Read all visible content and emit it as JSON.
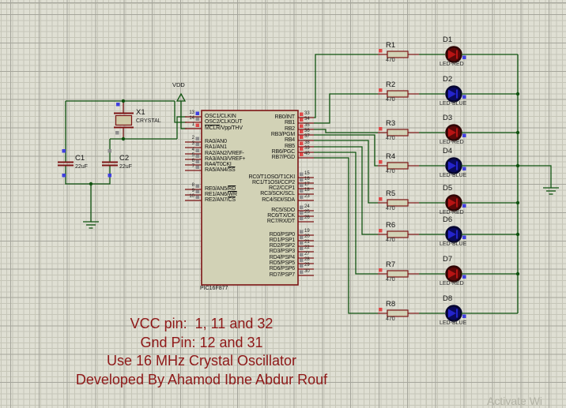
{
  "canvas": {
    "watermark": "Activate Wi"
  },
  "colors": {
    "wire": "#0e520e",
    "component_outline": "#7c1414",
    "chip_fill": "#d2d2b6",
    "crystal_fill": "#cfc9a6",
    "state_red": "#e04848",
    "state_blue": "#4040e0",
    "state_gray": "#8e8e8e",
    "led_red_body": "#5a0808",
    "led_red_ring": "#2e0505",
    "led_red_glyph": "#b81414",
    "led_blue_body": "#0a0a5a",
    "led_blue_ring": "#05052e",
    "led_blue_glyph": "#2424cc",
    "caption_text": "#8e1818"
  },
  "power": {
    "vdd": "VDD"
  },
  "crystal": {
    "ref": "X1",
    "value": "CRYSTAL"
  },
  "capacitors": [
    {
      "ref": "C1",
      "value": "22uF"
    },
    {
      "ref": "C2",
      "value": "22uF"
    }
  ],
  "chip": {
    "name": "PIC16F877",
    "left_pins": [
      {
        "num": "13",
        "label": "OSC1/CLKIN",
        "state": "blue"
      },
      {
        "num": "14",
        "label": "OSC2/CLKOUT",
        "state": "gray"
      },
      {
        "num": "1",
        "label": "MCLR/Vpp/THV",
        "state": "red",
        "bar": "MCLR"
      },
      {
        "num": "2",
        "label": "RA0/AN0",
        "state": "gray"
      },
      {
        "num": "3",
        "label": "RA1/AN1",
        "state": "gray"
      },
      {
        "num": "4",
        "label": "RA2/AN2/VREF-",
        "state": "gray"
      },
      {
        "num": "5",
        "label": "RA3/AN3/VREF+",
        "state": "gray"
      },
      {
        "num": "6",
        "label": "RA4/T0CKI",
        "state": "gray"
      },
      {
        "num": "7",
        "label": "RA5/AN4/SS",
        "state": "gray",
        "bar": "SS"
      },
      {
        "num": "8",
        "label": "RE0/AN5/RD",
        "state": "gray",
        "bar": "RD"
      },
      {
        "num": "9",
        "label": "RE1/AN6/WR",
        "state": "gray",
        "bar": "WR"
      },
      {
        "num": "10",
        "label": "RE2/AN7/CS",
        "state": "gray",
        "bar": "CS"
      }
    ],
    "right_pins": [
      {
        "num": "33",
        "label": "RB0/INT",
        "state": "red"
      },
      {
        "num": "34",
        "label": "RB1",
        "state": "red"
      },
      {
        "num": "35",
        "label": "RB2",
        "state": "red"
      },
      {
        "num": "36",
        "label": "RB3/PGM",
        "state": "red"
      },
      {
        "num": "37",
        "label": "RB4",
        "state": "red"
      },
      {
        "num": "38",
        "label": "RB5",
        "state": "red"
      },
      {
        "num": "39",
        "label": "RB6/PGC",
        "state": "red"
      },
      {
        "num": "40",
        "label": "RB7/PGD",
        "state": "red"
      },
      {
        "num": "15",
        "label": "RC0/T1OSO/T1CKI",
        "state": "gray"
      },
      {
        "num": "16",
        "label": "RC1/T1OSI/CCP2",
        "state": "gray"
      },
      {
        "num": "17",
        "label": "RC2/CCP1",
        "state": "gray"
      },
      {
        "num": "18",
        "label": "RC3/SCK/SCL",
        "state": "gray"
      },
      {
        "num": "23",
        "label": "RC4/SDI/SDA",
        "state": "gray"
      },
      {
        "num": "24",
        "label": "RC5/SDO",
        "state": "gray"
      },
      {
        "num": "25",
        "label": "RC6/TX/CK",
        "state": "gray"
      },
      {
        "num": "26",
        "label": "RC7/RX/DT",
        "state": "gray"
      },
      {
        "num": "19",
        "label": "RD0/PSP0",
        "state": "gray"
      },
      {
        "num": "20",
        "label": "RD1/PSP1",
        "state": "gray"
      },
      {
        "num": "21",
        "label": "RD2/PSP2",
        "state": "gray"
      },
      {
        "num": "22",
        "label": "RD3/PSP3",
        "state": "gray"
      },
      {
        "num": "27",
        "label": "RD4/PSP4",
        "state": "gray"
      },
      {
        "num": "28",
        "label": "RD5/PSP5",
        "state": "gray"
      },
      {
        "num": "29",
        "label": "RD6/PSP6",
        "state": "gray"
      },
      {
        "num": "30",
        "label": "RD7/PSP7",
        "state": "gray"
      }
    ]
  },
  "channels": [
    {
      "resistor": "R1",
      "resistance": "470",
      "led": "D1",
      "led_type": "LED-RED",
      "led_color": "red"
    },
    {
      "resistor": "R2",
      "resistance": "470",
      "led": "D2",
      "led_type": "LED-BLUE",
      "led_color": "blue"
    },
    {
      "resistor": "R3",
      "resistance": "470",
      "led": "D3",
      "led_type": "LED-RED",
      "led_color": "red"
    },
    {
      "resistor": "R4",
      "resistance": "470",
      "led": "D4",
      "led_type": "LED-BLUE",
      "led_color": "blue"
    },
    {
      "resistor": "R5",
      "resistance": "470",
      "led": "D5",
      "led_type": "LED-RED",
      "led_color": "red"
    },
    {
      "resistor": "R6",
      "resistance": "470",
      "led": "D6",
      "led_type": "LED-BLUE",
      "led_color": "blue"
    },
    {
      "resistor": "R7",
      "resistance": "470",
      "led": "D7",
      "led_type": "LED-RED",
      "led_color": "red"
    },
    {
      "resistor": "R8",
      "resistance": "470",
      "led": "D8",
      "led_type": "LED-BLUE",
      "led_color": "blue"
    }
  ],
  "caption": {
    "lines": [
      "VCC pin:  1, 11 and 32",
      "Gnd Pin: 12 and 31",
      "Use 16 MHz Crystal Oscillator",
      "Developed By Ahamod Ibne Abdur Rouf"
    ]
  }
}
